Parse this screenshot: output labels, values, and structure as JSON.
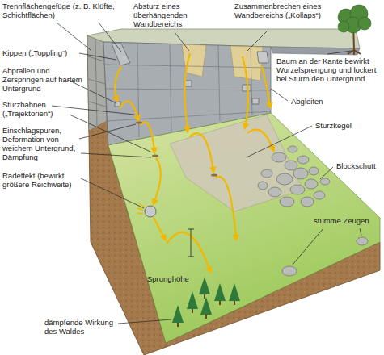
{
  "diagram": {
    "labels": [
      "Trennflächengefüge (z. B. Klüfte, Schichtflächen)",
      "Absturz eines überhängenden Wandbereichs",
      "Zusammenbrechen eines Wandbereichs („Kollaps“)",
      "Kippen („Toppling“)",
      "Baum an der Kante bewirkt Wurzelsprengung und lockert bei Sturm den Untergrund",
      "Abprallen und Zerspringen auf hartem Untergrund",
      "Abgleiten",
      "Sturzbahnen („Trajektorien“)",
      "Sturzkegel",
      "Einschlagspuren, Deformation von weichem Untergrund, Dämpfung",
      "Blockschutt",
      "Radeffekt (bewirkt größere Reichweite)",
      "stumme Zeugen",
      "Sprunghöhe",
      "dämpfende Wirkung des Waldes"
    ]
  }
}
